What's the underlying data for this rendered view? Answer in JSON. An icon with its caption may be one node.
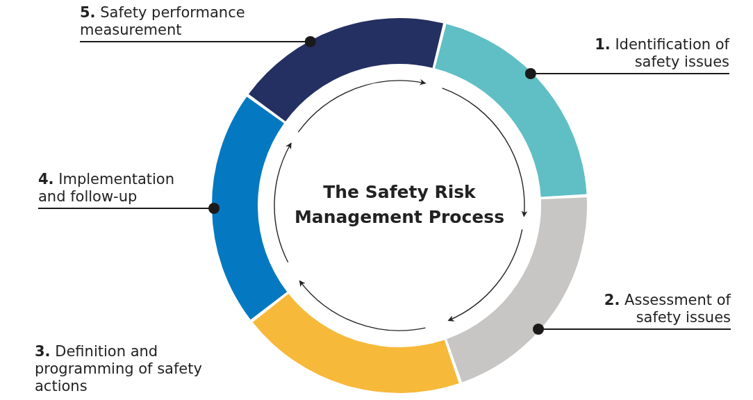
{
  "diagram": {
    "nodes": [
      {
        "text": [
          "The Safety Risk Management Process"
        ]
      },
      {
        "text": [],
        "shape": "arc"
      },
      {
        "text": [],
        "shape": "arc"
      },
      {
        "text": [],
        "shape": "arc"
      },
      {
        "text": [],
        "shape": "arc"
      },
      {
        "text": [],
        "shape": "arc"
      },
      {
        "text": [
          "**1.** Identification of safety issues"
        ]
      },
      {
        "text": [
          "**2.** Assessment of safety issues"
        ]
      },
      {
        "text": [
          "**3.** Definition and programming of safety actions"
        ]
      },
      {
        "text": [
          "**4.** Implementation and follow-up"
        ]
      },
      {
        "text": [
          "**5.** Safety performance measurement"
        ]
      }
    ],
    "edges": [
      {
        "from": 6,
        "to": 1,
        "arrow": "other"
      },
      {
        "from": 7,
        "to": 2,
        "arrow": "other"
      },
      {
        "from": 9,
        "to": 4,
        "arrow": "other"
      },
      {
        "from": 10,
        "to": 5,
        "arrow": "other"
      }
    ]
  }
}
